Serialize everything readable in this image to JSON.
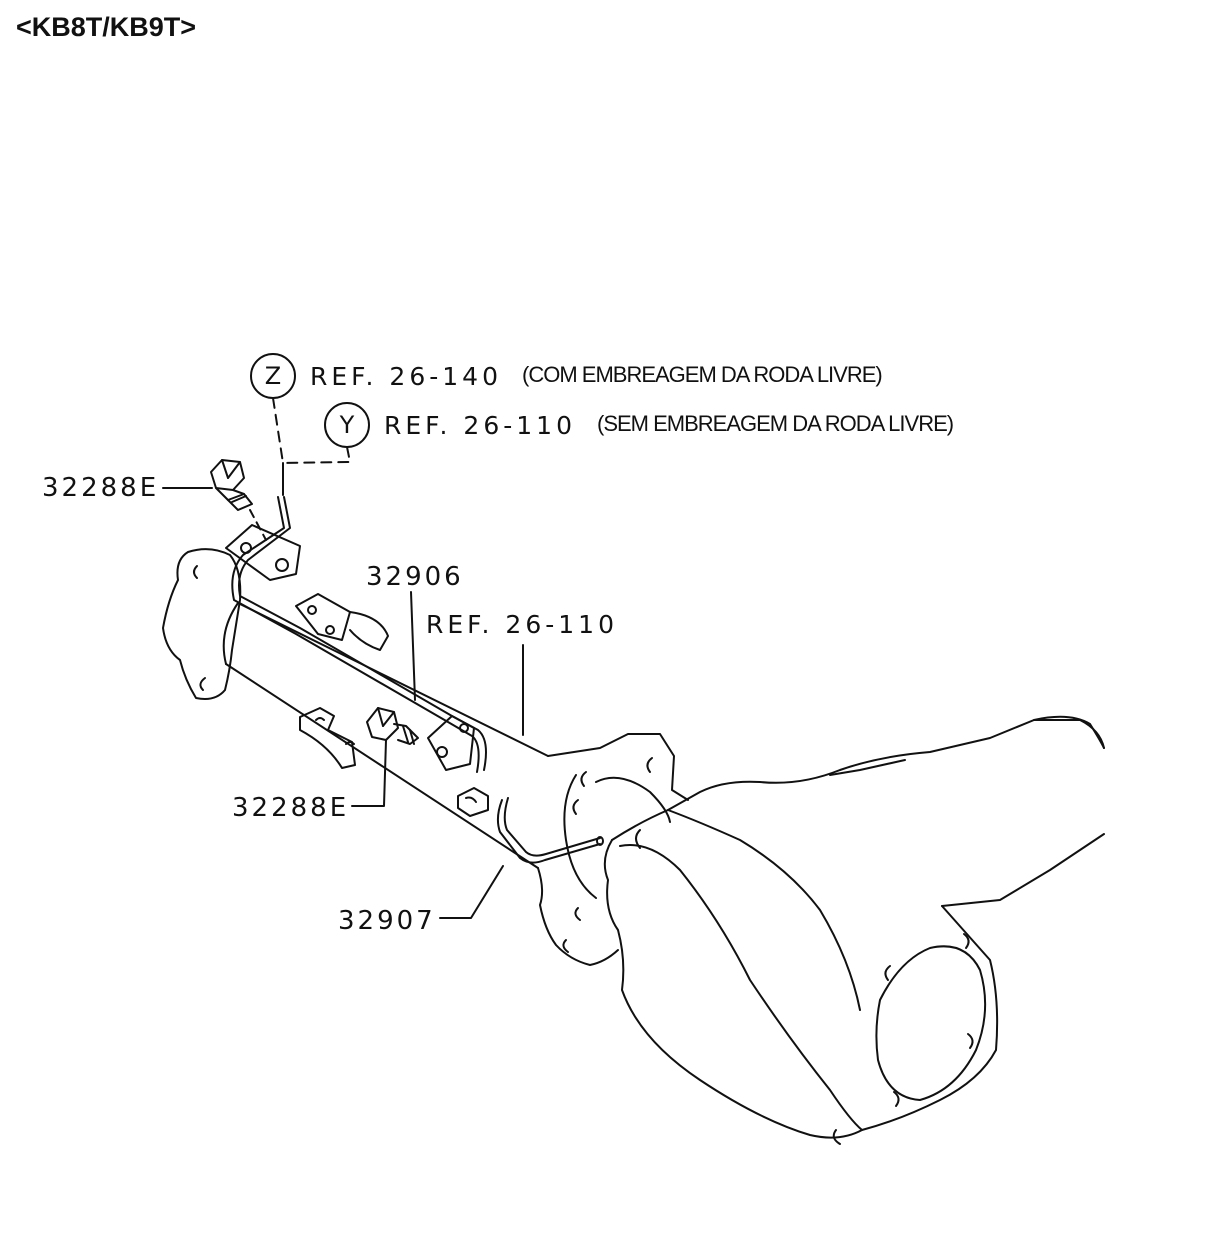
{
  "diagram": {
    "title": "<KB8T/KB9T>",
    "callouts": {
      "z_letter": "Z",
      "z_ref": "REF. 26-140",
      "z_note": "(COM EMBREAGEM DA RODA LIVRE)",
      "y_letter": "Y",
      "y_ref": "REF. 26-110",
      "y_note": "(SEM EMBREAGEM DA RODA LIVRE)"
    },
    "parts": {
      "bolt_upper": "32288E",
      "bolt_lower": "32288E",
      "pipe_main": "32906",
      "pipe_main_ref": "REF. 26-110",
      "pipe_end": "32907"
    }
  }
}
